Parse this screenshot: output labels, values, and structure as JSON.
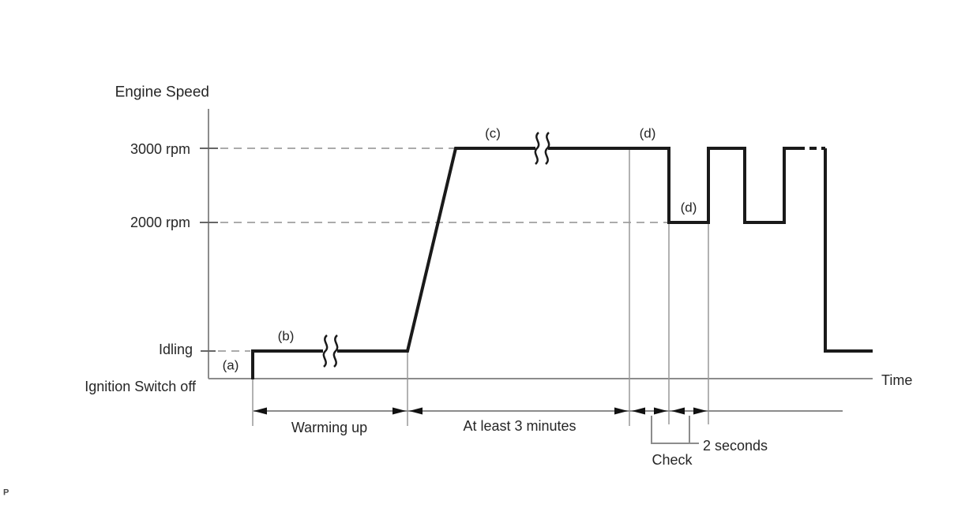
{
  "labels": {
    "engine_speed": "Engine Speed",
    "time": "Time",
    "rpm_3000": "3000 rpm",
    "rpm_2000": "2000 rpm",
    "idling": "Idling",
    "ignition_switch_off": "Ignition Switch off",
    "step_a": "(a)",
    "step_b": "(b)",
    "step_c": "(c)",
    "step_d_top": "(d)",
    "step_d_mid": "(d)",
    "warming_up": "Warming up",
    "at_least_3_minutes": "At least 3 minutes",
    "check": "Check",
    "two_seconds": "2 seconds",
    "watermark": "P"
  },
  "colors": {
    "trace": "#1a1a1a",
    "axis_gray": "#8c8c8c",
    "guide_dash_gray": "#ababab",
    "tick_gray": "#666666",
    "thin_ref_gray": "#999999",
    "arrowhead_black": "#111111",
    "text": "#262626",
    "background": "#ffffff"
  },
  "chart_data": {
    "type": "line",
    "title": "Engine Speed vs Time procedure diagram",
    "xlabel": "Time",
    "ylabel": "Engine Speed",
    "y_levels": [
      "Ignition Switch off",
      "Idling",
      "2000 rpm",
      "3000 rpm"
    ],
    "guide_lines": [
      "3000 rpm",
      "2000 rpm",
      "Idling"
    ],
    "trace_sequence": [
      {
        "step": "(a)",
        "segment": "rise from Ignition Switch off level to Idling"
      },
      {
        "step": "(b)",
        "segment": "hold at Idling",
        "span_label": "Warming up",
        "break_symbol": true
      },
      {
        "step": "(c)",
        "segment": "ramp up and hold at 3000 rpm",
        "span_label": "At least 3 minutes",
        "break_symbol": true
      },
      {
        "step": "(d)",
        "segment": "drop from 3000 rpm to 2000 rpm",
        "span_label": "2 seconds"
      },
      {
        "step": "(d)",
        "segment": "alternate 2000 rpm and 3000 rpm pulses (repetition shown dashed)",
        "span_label": "Check"
      },
      {
        "segment": "final drop back to Idling"
      }
    ],
    "annotations": [
      "Warming up",
      "At least 3 minutes",
      "Check",
      "2 seconds"
    ],
    "legend": "none",
    "grid": "off"
  }
}
